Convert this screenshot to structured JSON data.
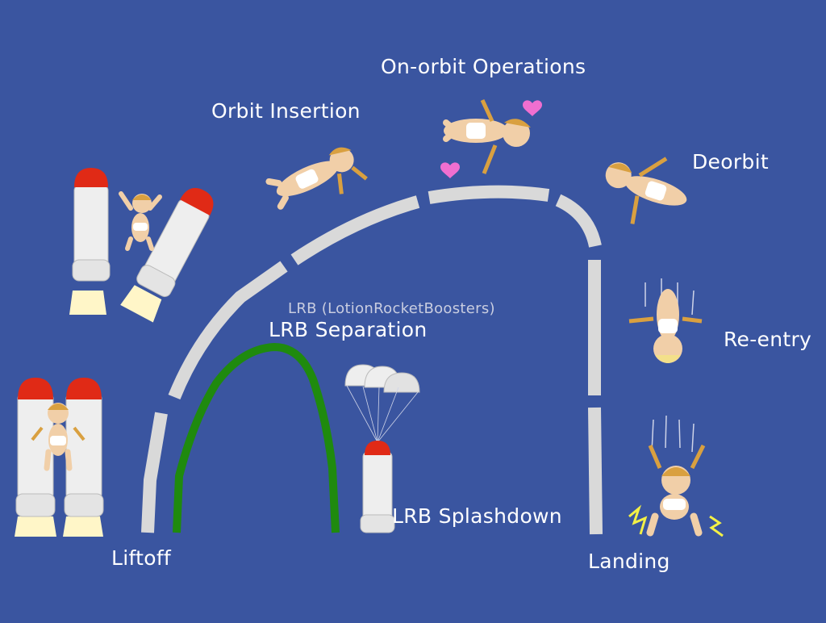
{
  "labels": {
    "liftoff": "Liftoff",
    "lrb_full": "LRB (LotionRocketBoosters)",
    "lrb_separation": "LRB Separation",
    "lrb_splashdown": "LRB Splashdown",
    "orbit_insertion": "Orbit Insertion",
    "on_orbit": "On-orbit Operations",
    "deorbit": "Deorbit",
    "reentry": "Re-entry",
    "landing": "Landing"
  },
  "colors": {
    "background": "#3a55a0",
    "track": "#d9d9d9",
    "booster_track": "#1f8a0e",
    "booster_cap": "#e02a16",
    "booster_body": "#eeeeee",
    "heart": "#f06fd0",
    "skin": "#f1cfa8",
    "hair": "#d9a040"
  }
}
